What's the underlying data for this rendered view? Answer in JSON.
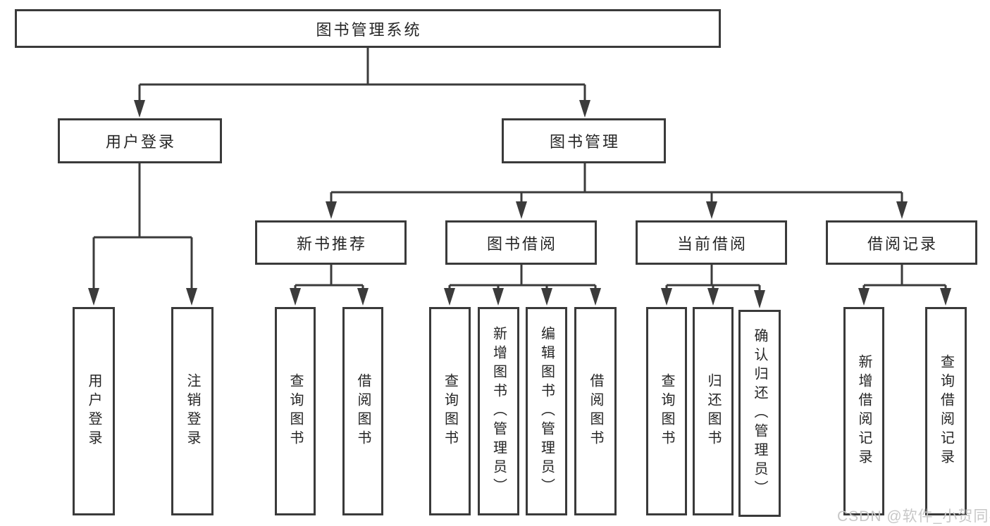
{
  "diagram_title": "图书管理系统",
  "line_color": "#3b3b3b",
  "text_color": "#262626",
  "watermark_color": "#c7c7c7",
  "tree": {
    "root": {
      "label": "图书管理系统"
    },
    "branches": [
      {
        "label": "用户登录",
        "children": [
          {
            "label": "用户登录"
          },
          {
            "label": "注销登录"
          }
        ]
      },
      {
        "label": "图书管理",
        "groups": [
          {
            "label": "新书推荐",
            "children": [
              {
                "label": "查询图书"
              },
              {
                "label": "借阅图书"
              }
            ]
          },
          {
            "label": "图书借阅",
            "children": [
              {
                "label": "查询图书"
              },
              {
                "label": "新增图书（管理员）"
              },
              {
                "label": "编辑图书（管理员）"
              },
              {
                "label": "借阅图书"
              }
            ]
          },
          {
            "label": "当前借阅",
            "children": [
              {
                "label": "查询图书"
              },
              {
                "label": "归还图书"
              },
              {
                "label": "确认归还（管理员）"
              }
            ]
          },
          {
            "label": "借阅记录",
            "children": [
              {
                "label": "新增借阅记录"
              },
              {
                "label": "查询借阅记录"
              }
            ]
          }
        ]
      }
    ]
  },
  "watermark": "CSDN @软件_小贺同学"
}
